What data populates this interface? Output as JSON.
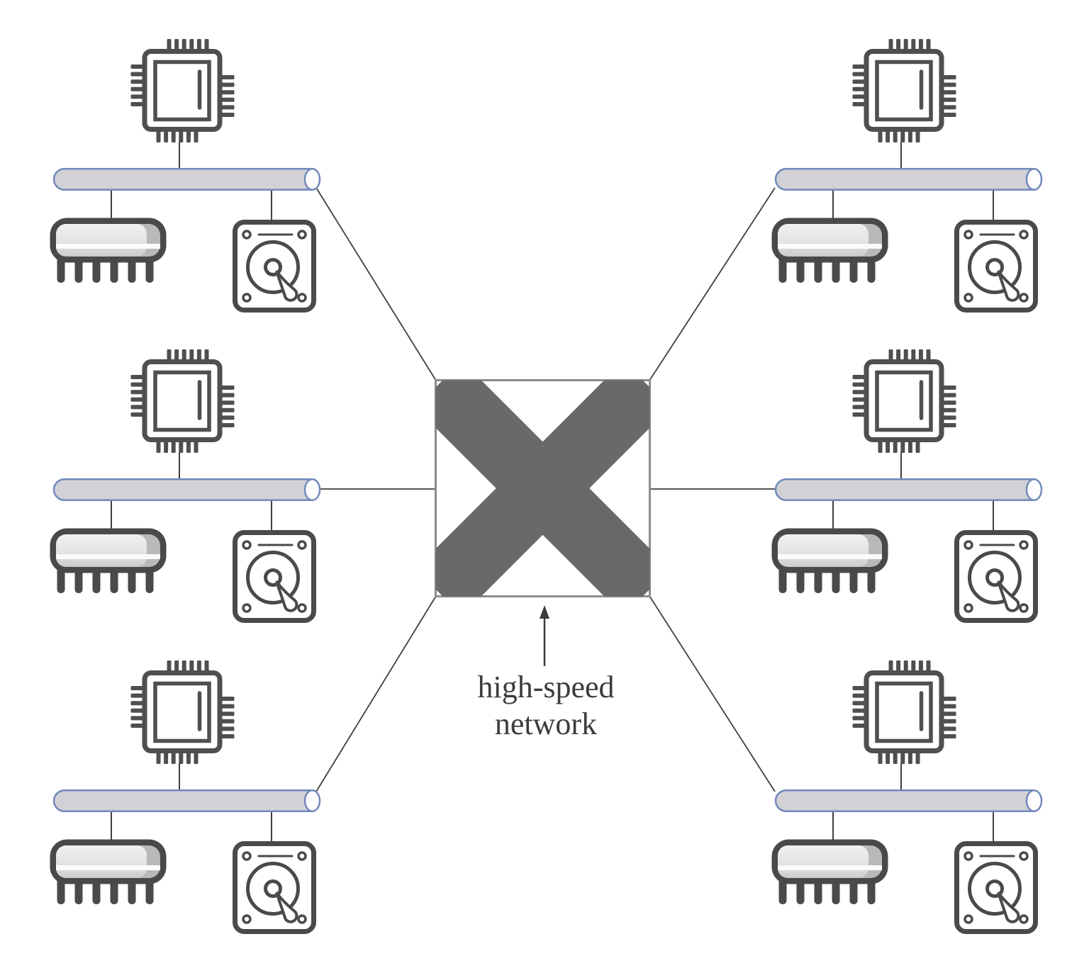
{
  "diagram": {
    "type": "multicomputer-architecture-diagram",
    "label": {
      "line1": "high-speed",
      "line2": "network"
    },
    "switch": {
      "name": "high-speed network switch",
      "symbol": "crossbar-x-in-box"
    },
    "nodes": [
      {
        "id": "node-1",
        "position": "top-left",
        "interconnect": "shared-bus",
        "components": [
          "processor",
          "memory",
          "disk"
        ]
      },
      {
        "id": "node-2",
        "position": "middle-left",
        "interconnect": "shared-bus",
        "components": [
          "processor",
          "memory",
          "disk"
        ]
      },
      {
        "id": "node-3",
        "position": "bottom-left",
        "interconnect": "shared-bus",
        "components": [
          "processor",
          "memory",
          "disk"
        ]
      },
      {
        "id": "node-4",
        "position": "top-right",
        "interconnect": "shared-bus",
        "components": [
          "processor",
          "memory",
          "disk"
        ]
      },
      {
        "id": "node-5",
        "position": "middle-right",
        "interconnect": "shared-bus",
        "components": [
          "processor",
          "memory",
          "disk"
        ]
      },
      {
        "id": "node-6",
        "position": "bottom-right",
        "interconnect": "shared-bus",
        "components": [
          "processor",
          "memory",
          "disk"
        ]
      }
    ],
    "icons": {
      "processor": "cpu-chip-icon",
      "memory": "memory-module-icon",
      "disk": "hard-disk-icon",
      "bus": "bus-cylinder-icon",
      "network": "crossbar-x-icon",
      "pointer": "arrow-up-icon"
    },
    "colors": {
      "background": "#ffffff",
      "bus_stroke": "#7289bb",
      "bus_fill": "#d2d2d6",
      "icon_dark": "#4a4a4a",
      "cross_fill": "#696969",
      "box_border": "#8c8c8c",
      "connector_line": "#3f3f3f",
      "label_text": "#3c3c3c"
    }
  }
}
